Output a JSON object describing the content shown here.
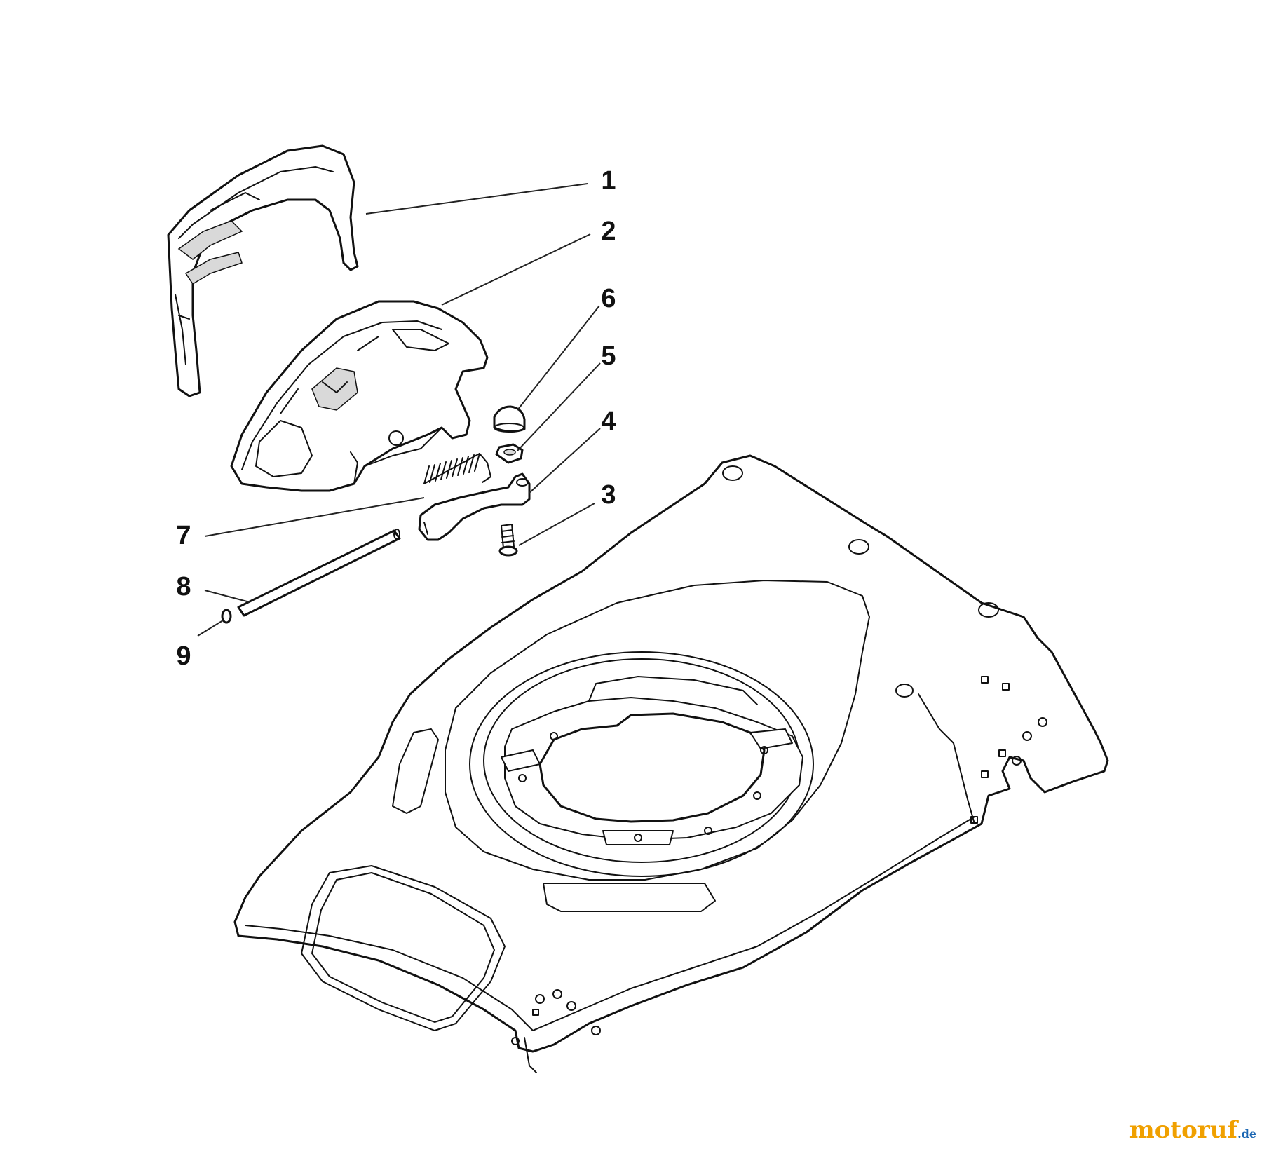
{
  "diagram": {
    "callouts": [
      {
        "id": "1",
        "label": "1"
      },
      {
        "id": "2",
        "label": "2"
      },
      {
        "id": "3",
        "label": "3"
      },
      {
        "id": "4",
        "label": "4"
      },
      {
        "id": "5",
        "label": "5"
      },
      {
        "id": "6",
        "label": "6"
      },
      {
        "id": "7",
        "label": "7"
      },
      {
        "id": "8",
        "label": "8"
      },
      {
        "id": "9",
        "label": "9"
      }
    ]
  },
  "watermark": {
    "brand": "motoruf",
    "suffix": ".de"
  },
  "colors": {
    "watermark_main": "#f0a000",
    "watermark_suffix": "#1a66b3",
    "line": "#111111"
  }
}
